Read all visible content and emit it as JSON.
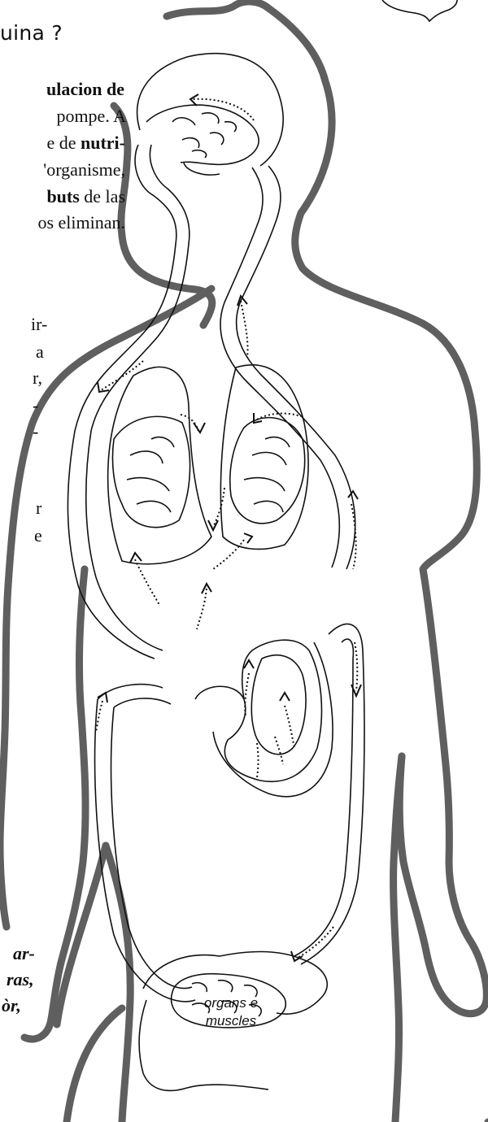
{
  "heading": "uina ?",
  "paragraph_lines": [
    {
      "pre": "",
      "bold": "ulacion de",
      "post": ""
    },
    {
      "pre": "pompe. A",
      "bold": "",
      "post": ""
    },
    {
      "pre": "e de ",
      "bold": "nutri-",
      "post": ""
    },
    {
      "pre": "'organisme,",
      "bold": "",
      "post": ""
    },
    {
      "pre": "",
      "bold": "buts",
      "post": " de las"
    },
    {
      "pre": "os eliminan.",
      "bold": "",
      "post": ""
    }
  ],
  "left_fragments": [
    "ir-",
    "a",
    "r,",
    "-",
    "-",
    "r",
    "e"
  ],
  "note_lines": [
    "ar-",
    "ras,",
    "òr,"
  ],
  "organs_label_line1": "organs e",
  "organs_label_line2": "muscles",
  "colors": {
    "body_outline": "#5f5f5f",
    "line": "#111111",
    "background": "#ffffff"
  }
}
